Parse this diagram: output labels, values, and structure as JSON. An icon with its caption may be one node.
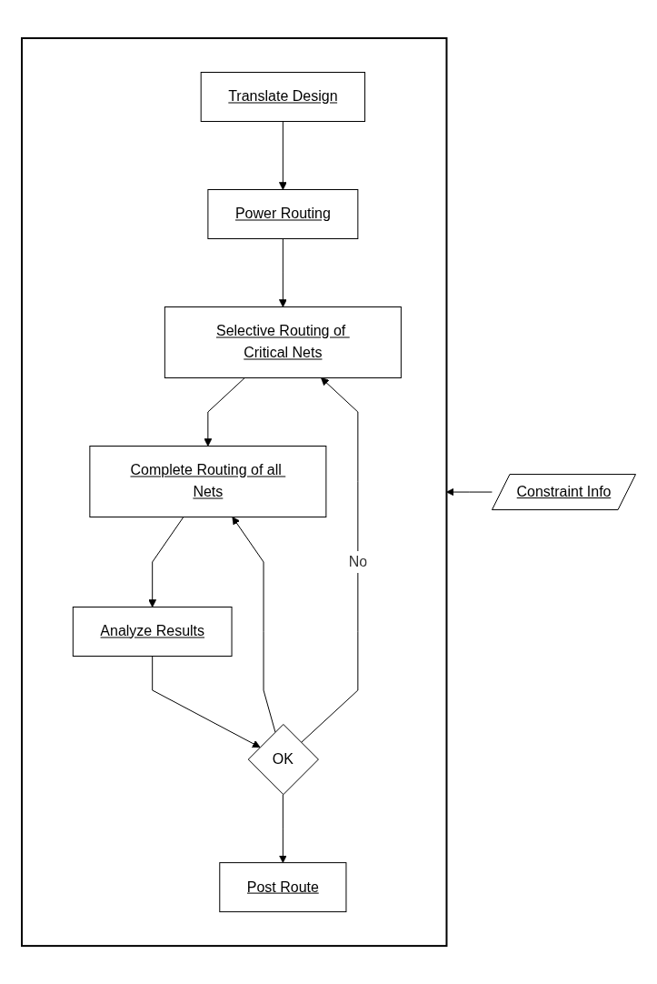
{
  "diagram": {
    "nodes": [
      {
        "text": [],
        "shape": "box"
      },
      {
        "text": [
          "Translate Design"
        ],
        "in": 0
      },
      {
        "text": [
          "Power Routing"
        ],
        "in": 0
      },
      {
        "text": [
          "Selective Routing of Critical Nets"
        ],
        "in": 0
      },
      {
        "text": [
          "Complete Routing of all Nets"
        ],
        "in": 0
      },
      {
        "text": [
          "Analyze Results"
        ],
        "in": 0
      },
      {
        "text": [
          "OK"
        ],
        "in": 0
      },
      {
        "text": [
          "Post Route"
        ],
        "in": 0
      },
      {
        "text": [
          "Constraint Info"
        ]
      }
    ],
    "edges": [
      {
        "from": 1,
        "to": 2,
        "arrow": "to"
      },
      {
        "from": 2,
        "to": 3,
        "arrow": "to"
      },
      {
        "from": 3,
        "to": 4,
        "arrow": "to"
      },
      {
        "from": 4,
        "to": 5,
        "arrow": "to"
      },
      {
        "from": 5,
        "to": 6,
        "arrow": "to"
      },
      {
        "from": 6,
        "to": 3,
        "arrow": "to",
        "label": "No"
      },
      {
        "from": 6,
        "to": 4,
        "arrow": "to"
      },
      {
        "from": 6,
        "to": 7,
        "arrow": "to"
      },
      {
        "from": 8,
        "to": 0,
        "arrow": "to"
      }
    ]
  }
}
